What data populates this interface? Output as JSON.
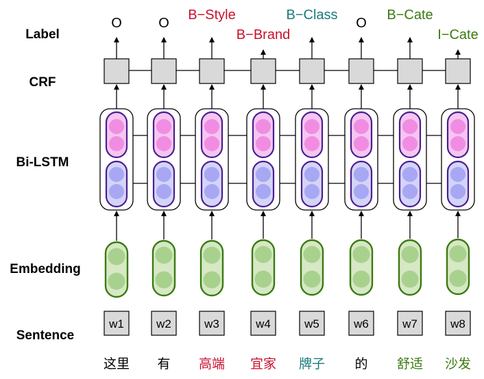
{
  "row_labels": {
    "label": "Label",
    "crf": "CRF",
    "bilstm": "Bi-LSTM",
    "embedding": "Embedding",
    "sentence": "Sentence"
  },
  "columns": [
    {
      "word": "w1",
      "chinese": "这里",
      "label": "O",
      "label_color": "#000000",
      "chinese_color": "#000000"
    },
    {
      "word": "w2",
      "chinese": "有",
      "label": "O",
      "label_color": "#000000",
      "chinese_color": "#000000"
    },
    {
      "word": "w3",
      "chinese": "高端",
      "label": "B−Style",
      "label_color": "#c8102e",
      "chinese_color": "#c8102e"
    },
    {
      "word": "w4",
      "chinese": "宜家",
      "label": "B−Brand",
      "label_color": "#c8102e",
      "chinese_color": "#c8102e"
    },
    {
      "word": "w5",
      "chinese": "牌子",
      "label": "B−Class",
      "label_color": "#1a7a7a",
      "chinese_color": "#1a7a7a"
    },
    {
      "word": "w6",
      "chinese": "的",
      "label": "O",
      "label_color": "#000000",
      "chinese_color": "#000000"
    },
    {
      "word": "w7",
      "chinese": "舒适",
      "label": "B−Cate",
      "label_color": "#3a7a10",
      "chinese_color": "#3a7a10"
    },
    {
      "word": "w8",
      "chinese": "沙发",
      "label": "I−Cate",
      "label_color": "#3a7a10",
      "chinese_color": "#3a7a10"
    }
  ],
  "colors": {
    "crf_box": "#d9d9d9",
    "lstm_cell_border": "#4b1e8f",
    "backward_fill": "#f4c6f0",
    "backward_circle": "#f07de0",
    "forward_fill": "#d4d4f8",
    "forward_circle": "#9f9ff2",
    "embedding_border": "#3a7a10",
    "embedding_fill": "#d6e8c4",
    "embedding_circle": "#a9d18e",
    "word_box": "#d9d9d9"
  }
}
